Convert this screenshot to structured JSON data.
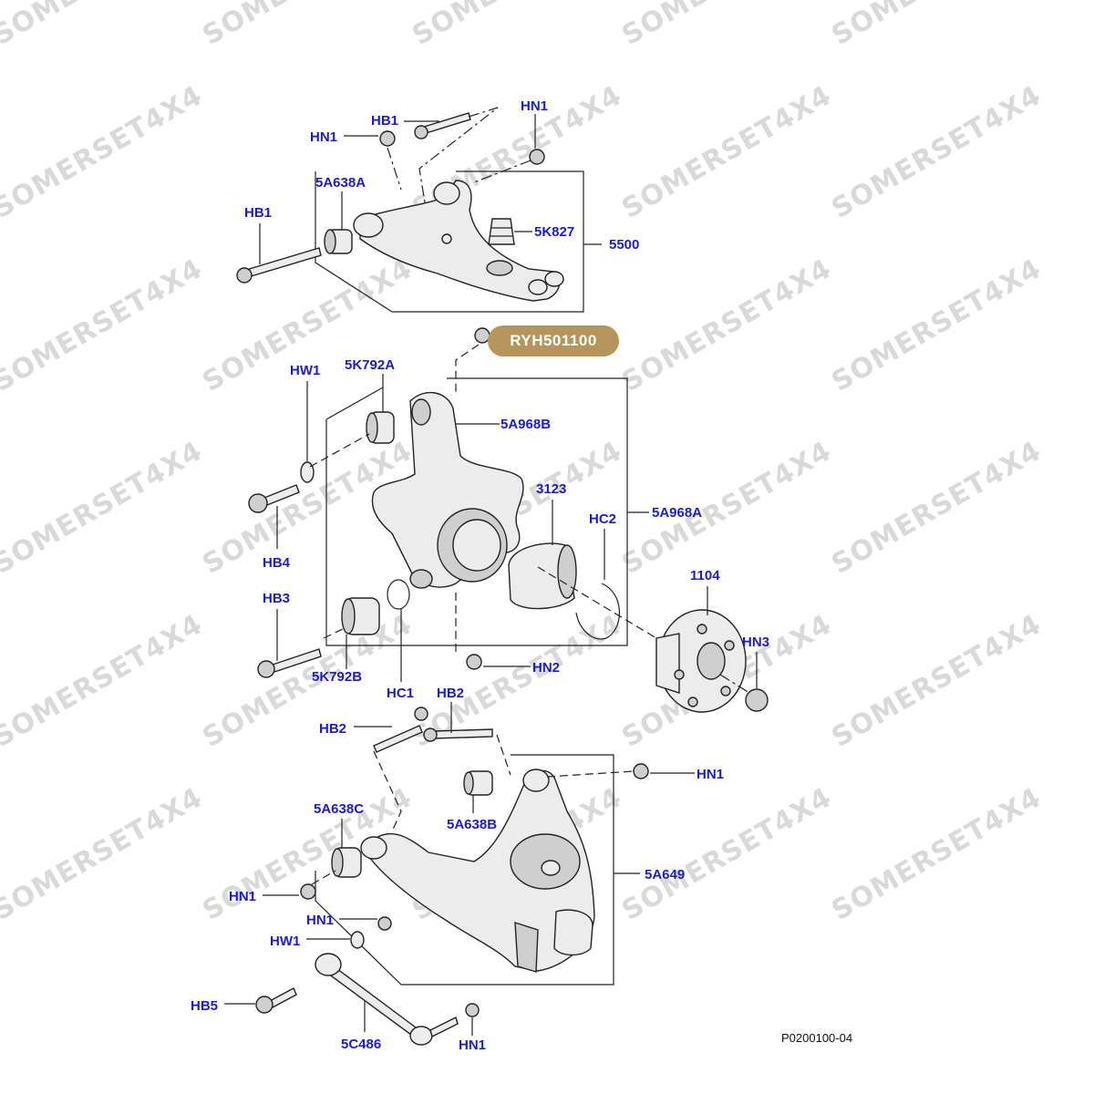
{
  "watermark": "SOMERSET4X4",
  "badge": {
    "label": "RYH501100",
    "color": "#b5955c"
  },
  "reference_code": "P0200100-04",
  "label_color": "#1a1adb",
  "labels": {
    "hn1_top_left": "HN1",
    "hb1_top": "HB1",
    "hn1_top_right": "HN1",
    "a5a638a": "5A638A",
    "hb1_left": "HB1",
    "a5k827": "5K827",
    "a5500": "5500",
    "hw1": "HW1",
    "a5k792a": "5K792A",
    "a5a968b": "5A968B",
    "a3123": "3123",
    "a5a968a": "5A968A",
    "hc2": "HC2",
    "hb4": "HB4",
    "hb3": "HB3",
    "a1104": "1104",
    "hn3": "HN3",
    "a5k792b": "5K792B",
    "hc1": "HC1",
    "hn2": "HN2",
    "hb2_right": "HB2",
    "hb2_left": "HB2",
    "hn1_mid_right": "HN1",
    "a5a638c": "5A638C",
    "a5a638b": "5A638B",
    "a5a649": "5A649",
    "hn1_lower_left": "HN1",
    "hn1_link_top": "HN1",
    "hw1_lower": "HW1",
    "hb5": "HB5",
    "a5c486": "5C486",
    "hn1_bottom": "HN1"
  }
}
